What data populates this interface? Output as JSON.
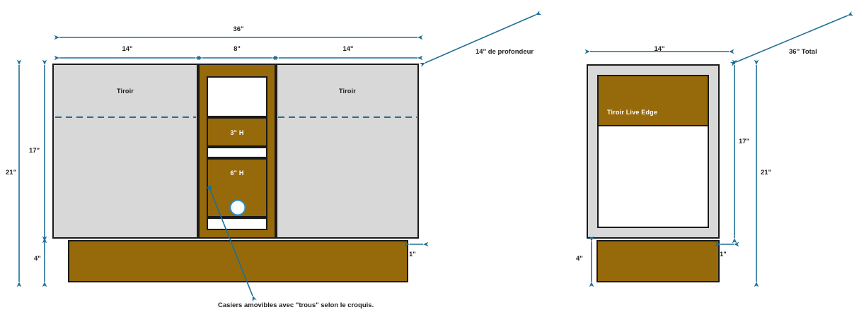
{
  "drawing": {
    "title_hidden": "",
    "colors": {
      "wood": "#96690a",
      "panel_gray": "#d8d8d8",
      "outline": "#1a1a1a",
      "dimension_blue": "#1f6f96",
      "text_dark": "#231f20",
      "text_light": "#ffffff"
    },
    "units": "inches"
  },
  "front_view": {
    "name": "front-elevation",
    "top_dimension": "36\"",
    "segment_dimensions": [
      "14\"",
      "8\"",
      "14\""
    ],
    "left_drawer_label": "Tiroir",
    "right_drawer_label": "Tiroir",
    "cubby_labels": [
      "3\" H",
      "6\" H"
    ],
    "height_overall": "21\"",
    "height_body": "17\"",
    "height_plinth": "4\"",
    "plinth_inset": "1\"",
    "depth_note": "14'' de profondeur",
    "caption": "Casiers amovibles avec \"trous\" selon le croquis."
  },
  "side_view": {
    "name": "side-elevation",
    "top_dimension": "14\"",
    "diagonal_dimension": "36'' Total",
    "drawer_label": "Tiroir Live Edge",
    "height_body": "17\"",
    "height_overall": "21\"",
    "height_plinth": "4\"",
    "plinth_inset": "1\""
  },
  "chart_data": {
    "type": "diagram",
    "title": "Cabinet construction drawing - front and side elevations",
    "views": [
      {
        "view": "front",
        "overall_width_in": 36,
        "overall_height_in": 21,
        "body_height_in": 17,
        "plinth_height_in": 4,
        "plinth_inset_in": 1,
        "depth_in": 14,
        "bays": [
          {
            "label": "Tiroir",
            "width_in": 14,
            "fill": "#d8d8d8"
          },
          {
            "label": "",
            "width_in": 8,
            "fill": "#96690a"
          },
          {
            "label": "Tiroir",
            "width_in": 14,
            "fill": "#d8d8d8"
          }
        ],
        "center_column_slots": [
          {
            "label": "",
            "height_in": null,
            "fill": "#ffffff"
          },
          {
            "label": "3\" H",
            "height_in": 3,
            "fill": "#96690a"
          },
          {
            "label": "",
            "height_in": null,
            "fill": "#ffffff"
          },
          {
            "label": "6\" H",
            "height_in": 6,
            "fill": "#96690a",
            "hole": true
          },
          {
            "label": "",
            "height_in": null,
            "fill": "#ffffff"
          }
        ]
      },
      {
        "view": "side",
        "overall_width_in": 14,
        "overall_height_in": 21,
        "body_height_in": 17,
        "plinth_height_in": 4,
        "plinth_inset_in": 1,
        "total_depth_note_in": 36,
        "drawer_label": "Tiroir Live Edge"
      }
    ]
  }
}
